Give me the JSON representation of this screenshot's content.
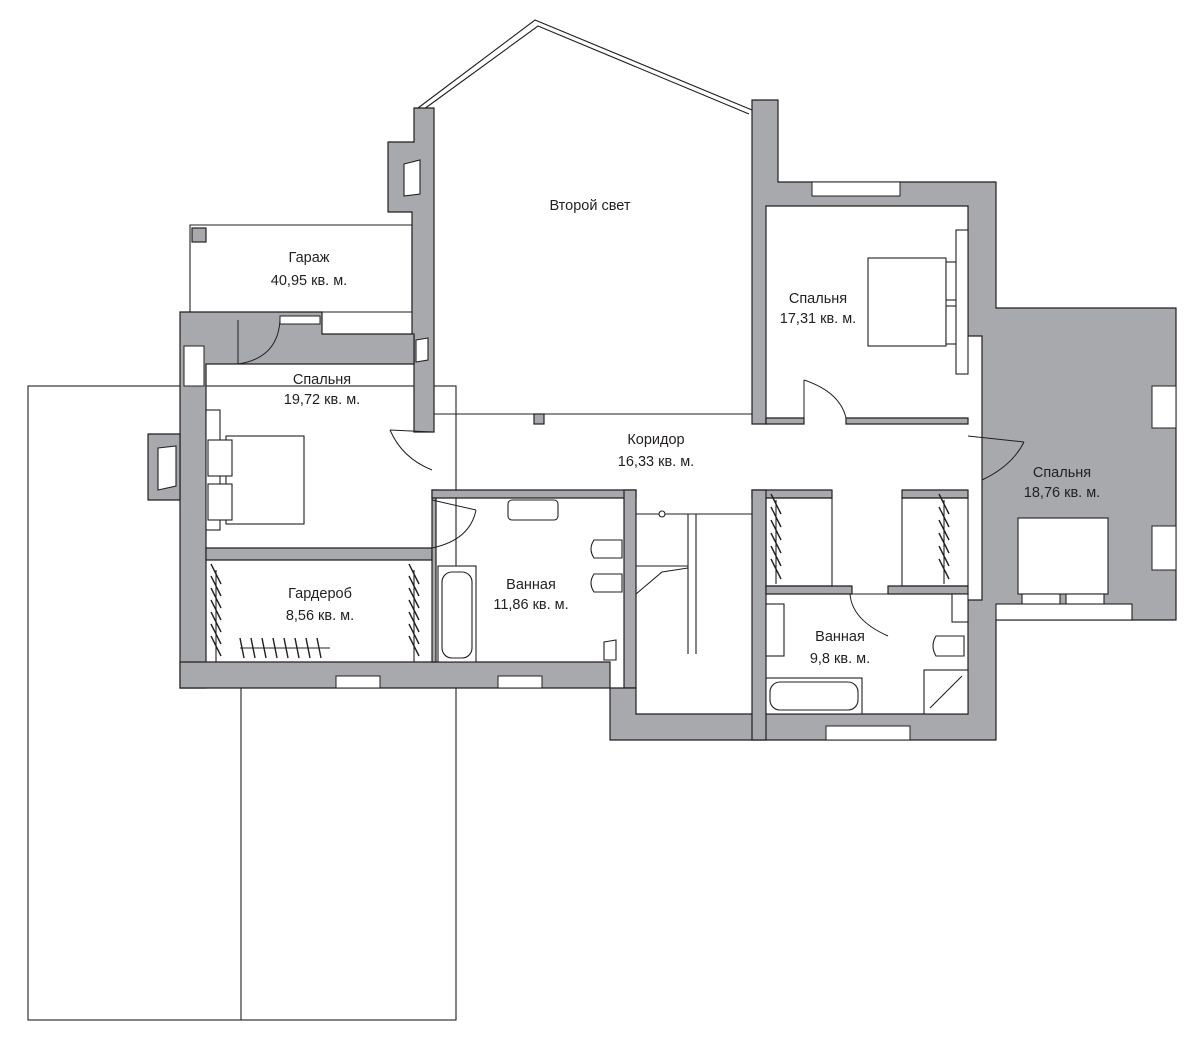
{
  "rooms": [
    {
      "id": "vtoroy-svet",
      "name": "Второй свет",
      "area": ""
    },
    {
      "id": "garage",
      "name": "Гараж",
      "area": "40,95 кв. м."
    },
    {
      "id": "bedroom-1",
      "name": "Спальня",
      "area": "19,72 кв. м."
    },
    {
      "id": "bedroom-2",
      "name": "Спальня",
      "area": "17,31 кв. м."
    },
    {
      "id": "bedroom-3",
      "name": "Спальня",
      "area": "18,76 кв. м."
    },
    {
      "id": "corridor",
      "name": "Коридор",
      "area": "16,33 кв. м."
    },
    {
      "id": "wardrobe",
      "name": "Гардероб",
      "area": "8,56 кв. м."
    },
    {
      "id": "bath-1",
      "name": "Ванная",
      "area": "11,86 кв. м."
    },
    {
      "id": "bath-2",
      "name": "Ванная",
      "area": "9,8 кв. м."
    }
  ],
  "colors": {
    "wall": "#a7a9ac",
    "line": "#231f20",
    "background": "#ffffff"
  }
}
